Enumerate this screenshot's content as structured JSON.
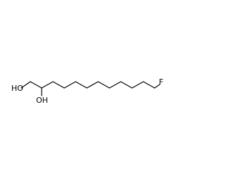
{
  "molecule": {
    "atoms": {
      "hydroxyl_1": "HO",
      "hydroxyl_2": "OH",
      "fluorine": "F"
    }
  }
}
